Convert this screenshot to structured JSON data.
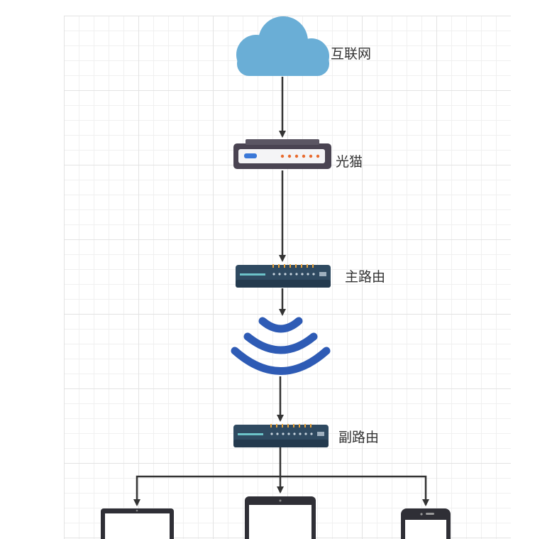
{
  "nodes": {
    "internet": {
      "label": "互联网",
      "icon": "cloud-icon"
    },
    "modem": {
      "label": "光猫",
      "icon": "optical-modem-icon"
    },
    "main_router": {
      "label": "主路由",
      "icon": "router-icon"
    },
    "wireless": {
      "icon": "wifi-signal-icon"
    },
    "sub_router": {
      "label": "副路由",
      "icon": "router-icon"
    },
    "devices": [
      {
        "icon": "laptop-icon"
      },
      {
        "icon": "tablet-icon"
      },
      {
        "icon": "phone-icon"
      }
    ]
  },
  "colors": {
    "cloud": "#6aaed6",
    "edge": "#333333",
    "router": "#2f4a61",
    "wifi": "#2e5bb5",
    "modem_body": "#4a4452",
    "led_blue": "#3a78d8",
    "led_orange": "#e86b2e"
  }
}
